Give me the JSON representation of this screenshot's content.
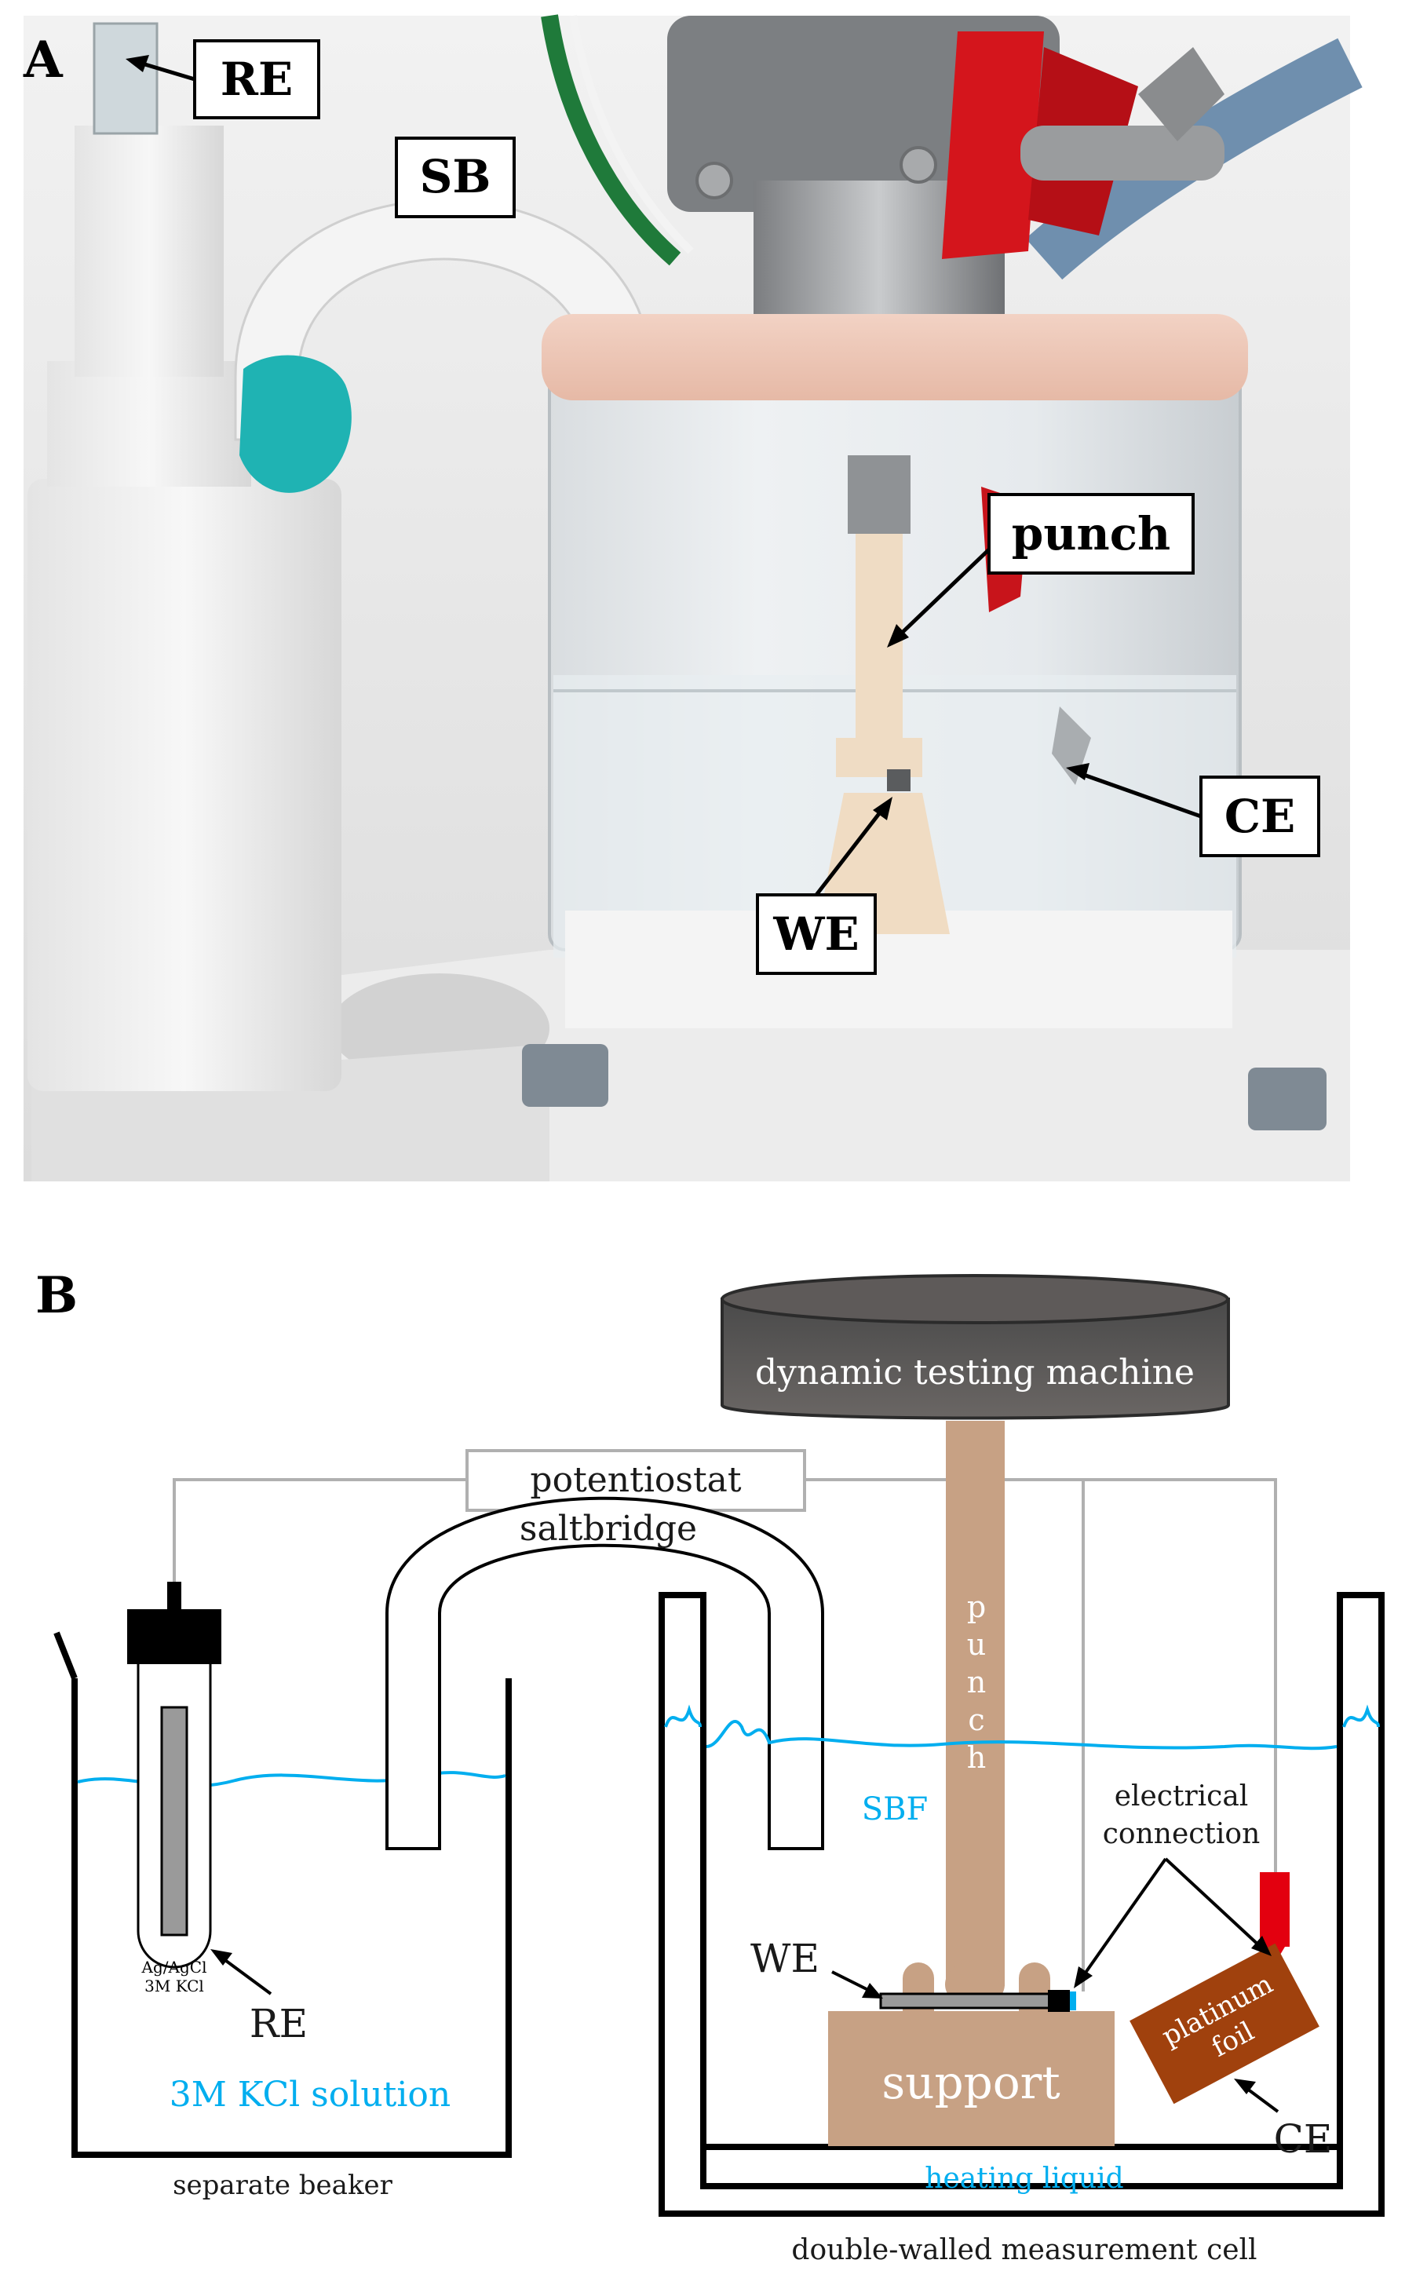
{
  "panel_a": {
    "letter": "A",
    "labels": {
      "re": "RE",
      "sb": "SB",
      "punch": "punch",
      "ce": "CE",
      "we": "WE"
    }
  },
  "panel_b": {
    "letter": "B",
    "dynamic_testing_machine": "dynamic testing machine",
    "potentiostat": "potentiostat",
    "saltbridge": "saltbridge",
    "punch_letters": [
      "p",
      "u",
      "n",
      "c",
      "h"
    ],
    "sbf": "SBF",
    "electrical_connection": [
      "electrical",
      "connection"
    ],
    "we": "WE",
    "re": "RE",
    "re_tube_text": [
      "Ag/AgCl",
      "3M KCl"
    ],
    "kcl_solution": "3M KCl solution",
    "support": "support",
    "platinum_foil": [
      "platinum",
      "foil"
    ],
    "ce": "CE",
    "heating_liquid": "heating liquid",
    "separate_beaker": "separate beaker",
    "double_walled_cell": "double-walled measurement cell"
  },
  "colors": {
    "liquid_blue": "#00aeef",
    "punch_tan": "#c7a184",
    "machine_gray": "#5e5a59",
    "foil_brown": "#a0410d",
    "connector_red": "#e3000f",
    "electrode_gray": "#9a9a9a"
  }
}
